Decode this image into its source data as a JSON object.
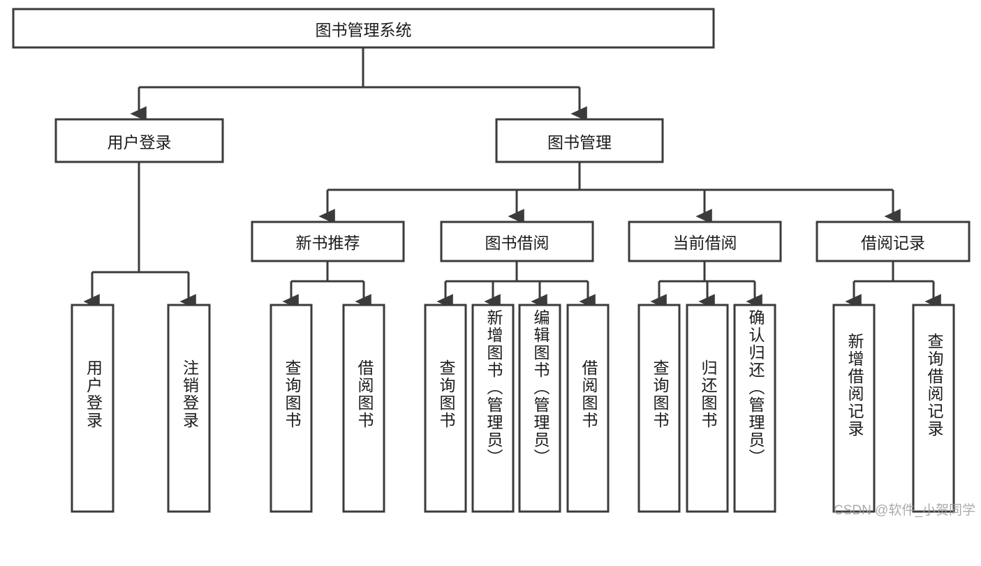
{
  "diagram": {
    "type": "tree-hierarchy-chart",
    "title": "图书管理系统",
    "watermark": "CSDN @软件_小贺同学",
    "colors": {
      "box_fill": "#ffffff",
      "box_stroke": "#3b3b3b",
      "connector": "#3b3b3b",
      "text": "#1b1b1b",
      "watermark": "#9c9c9c",
      "background": "#ffffff"
    },
    "levels": {
      "root": {
        "label": "图书管理系统"
      },
      "level2": [
        {
          "label": "用户登录"
        },
        {
          "label": "图书管理"
        }
      ],
      "level3": [
        {
          "label": "新书推荐"
        },
        {
          "label": "图书借阅"
        },
        {
          "label": "当前借阅"
        },
        {
          "label": "借阅记录"
        }
      ],
      "leaves": {
        "user_login": [
          {
            "label": "用户登录"
          },
          {
            "label": "注销登录"
          }
        ],
        "new_book_recommend": [
          {
            "label": "查询图书"
          },
          {
            "label": "借阅图书"
          }
        ],
        "book_borrow": [
          {
            "label": "查询图书"
          },
          {
            "label": "新增图书（管理员）"
          },
          {
            "label": "编辑图书（管理员）"
          },
          {
            "label": "借阅图书"
          }
        ],
        "current_borrow": [
          {
            "label": "查询图书"
          },
          {
            "label": "归还图书"
          },
          {
            "label": "确认归还（管理员）"
          }
        ],
        "borrow_record": [
          {
            "label": "新增借阅记录"
          },
          {
            "label": "查询借阅记录"
          }
        ]
      }
    }
  }
}
